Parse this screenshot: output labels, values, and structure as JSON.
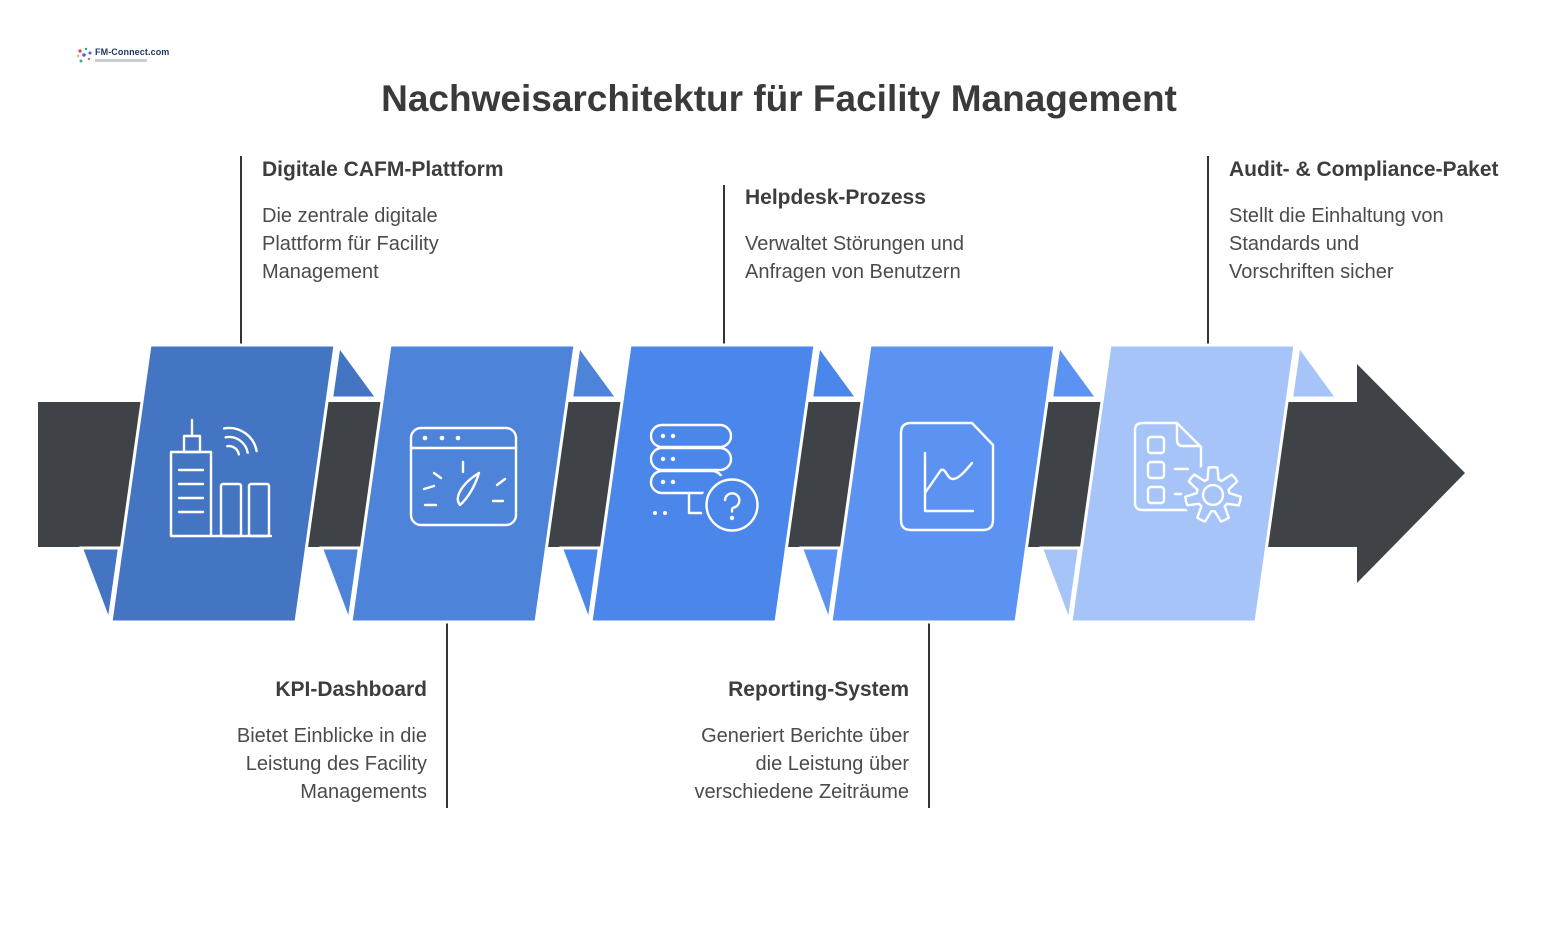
{
  "logo": {
    "text": "FM-Connect.com"
  },
  "title": "Nachweisarchitektur für Facility Management",
  "colors": {
    "background": "#ffffff",
    "arrow": "#3f4347",
    "icon_stroke": "#ffffff",
    "heading_text": "#3d3d3d",
    "body_text": "#4b4b4b",
    "connector_line": "#333333"
  },
  "steps": [
    {
      "label": "Digitale CAFM-Plattform",
      "description": "Die zentrale digitale Plattform für Facility Management",
      "label_position": "top",
      "icon": "building-wifi-icon",
      "color": "#4475c3"
    },
    {
      "label": "KPI-Dashboard",
      "description": "Bietet Einblicke in die Leistung des Facility Managements",
      "label_position": "bottom",
      "icon": "browser-gauge-icon",
      "color": "#4e83da"
    },
    {
      "label": "Helpdesk-Prozess",
      "description": "Verwaltet Störungen und Anfragen von Benutzern",
      "label_position": "top",
      "icon": "server-question-icon",
      "color": "#4b86eb"
    },
    {
      "label": "Reporting-System",
      "description": "Generiert Berichte über die Leistung über verschiedene Zeiträume",
      "label_position": "bottom",
      "icon": "document-chart-icon",
      "color": "#5c93f2"
    },
    {
      "label": "Audit- & Compliance-Paket",
      "description": "Stellt die Einhaltung von Standards und Vorschriften sicher",
      "label_position": "top",
      "icon": "checklist-gear-icon",
      "color": "#a6c4f8"
    }
  ]
}
